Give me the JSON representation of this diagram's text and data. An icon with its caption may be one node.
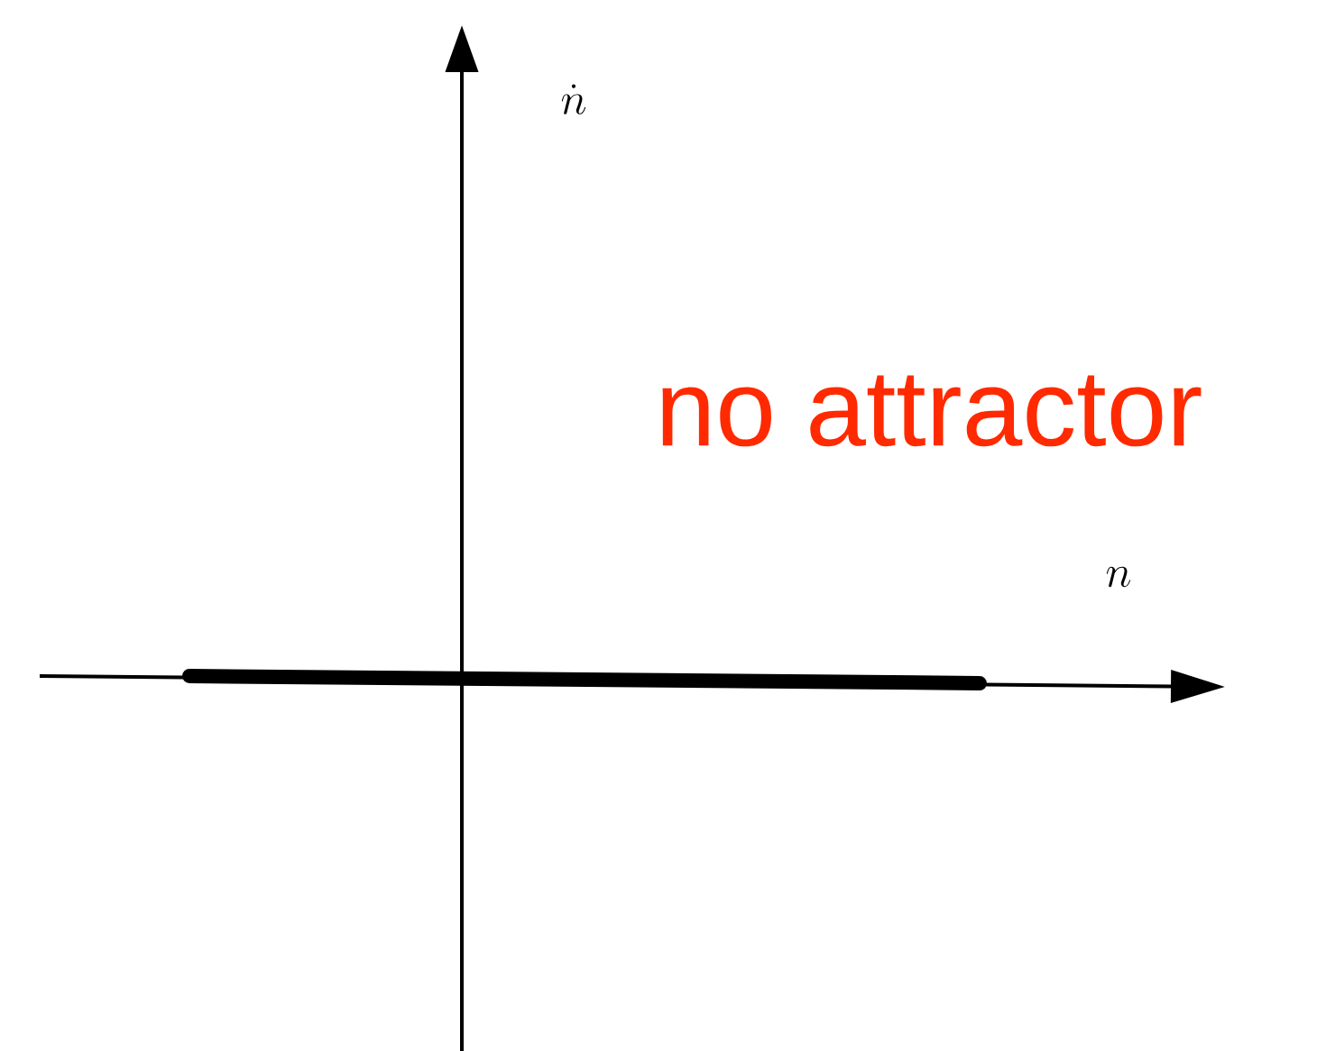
{
  "diagram": {
    "labels": [
      "\\dot{n}",
      "n",
      "no attractor"
    ]
  }
}
